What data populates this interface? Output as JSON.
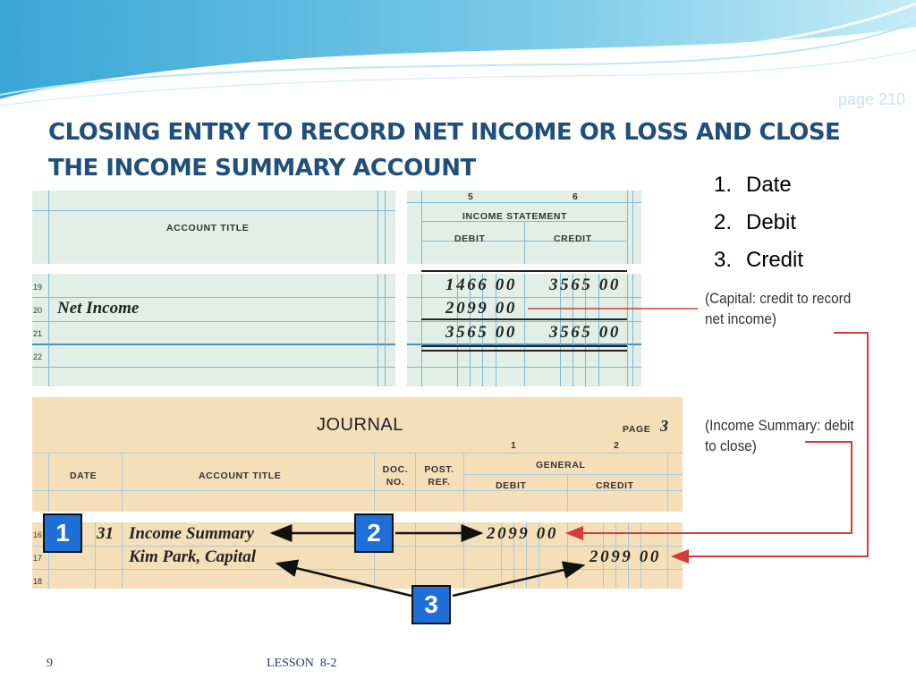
{
  "page_ref": "page 210",
  "title": "CLOSING ENTRY TO RECORD NET INCOME OR LOSS AND CLOSE THE INCOME SUMMARY ACCOUNT",
  "steps": [
    {
      "num": "1.",
      "label": "Date"
    },
    {
      "num": "2.",
      "label": "Debit"
    },
    {
      "num": "3.",
      "label": "Credit"
    }
  ],
  "worksheet": {
    "col_numbers": [
      "5",
      "6"
    ],
    "account_title_header": "ACCOUNT TITLE",
    "income_statement_header": "INCOME STATEMENT",
    "debit_header": "DEBIT",
    "credit_header": "CREDIT",
    "rows": [
      {
        "num": "19",
        "title": "",
        "debit": "1466 00",
        "credit": "3565 00"
      },
      {
        "num": "20",
        "title": "Net Income",
        "debit": "2099 00",
        "credit": ""
      },
      {
        "num": "21",
        "title": "",
        "debit": "3565 00",
        "credit": "3565 00"
      },
      {
        "num": "22",
        "title": "",
        "debit": "",
        "credit": ""
      }
    ]
  },
  "journal": {
    "title": "JOURNAL",
    "page_label": "PAGE",
    "page_number": "3",
    "col_numbers": [
      "1",
      "2"
    ],
    "headers": {
      "date": "DATE",
      "account_title": "ACCOUNT TITLE",
      "doc_no": "DOC. NO.",
      "post_ref": "POST. REF.",
      "general": "GENERAL",
      "debit": "DEBIT",
      "credit": "CREDIT"
    },
    "rows": [
      {
        "num": "16",
        "day": "31",
        "title": "Income Summary",
        "debit": "2099 00",
        "credit": ""
      },
      {
        "num": "17",
        "day": "",
        "title": "Kim Park, Capital",
        "debit": "",
        "credit": "2099 00"
      },
      {
        "num": "18",
        "day": "",
        "title": "",
        "debit": "",
        "credit": ""
      }
    ]
  },
  "notes": {
    "capital": "(Capital: credit to record net income)",
    "income_summary": "(Income Summary: debit to close)"
  },
  "badges": [
    "1",
    "2",
    "3"
  ],
  "footer": {
    "page_number": "9",
    "lesson": "LESSON  8-2"
  },
  "colors": {
    "title": "#1f4f7a",
    "badge": "#1e6fd8",
    "arrow_red": "#d83a3a",
    "worksheet_bg": "#e2efe6",
    "journal_bg": "#f5dfb9"
  }
}
